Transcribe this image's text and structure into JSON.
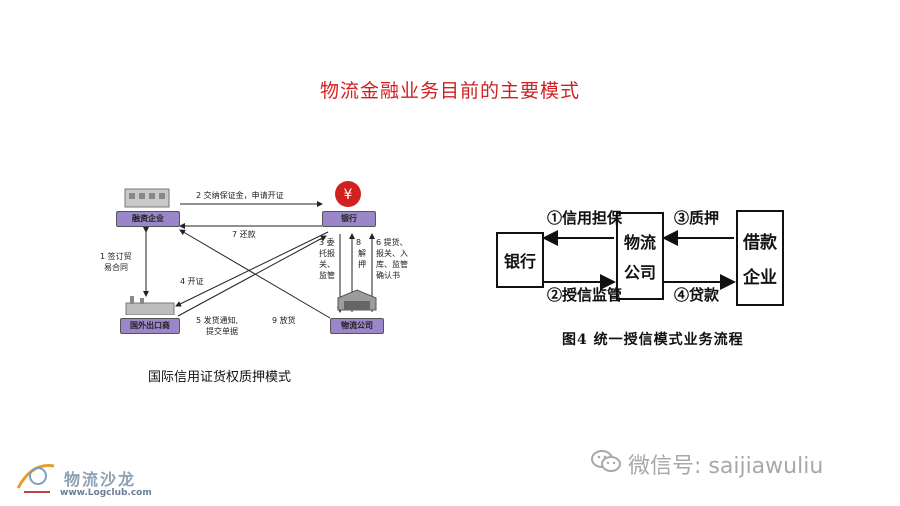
{
  "title": "物流金融业务目前的主要模式",
  "left_diagram": {
    "caption": "国际信用证货权质押模式",
    "nodes": {
      "finance": "融资企业",
      "bank": "银行",
      "exporter": "国外出口商",
      "logistics": "物流公司"
    },
    "edges": {
      "e2": "2 交纳保证金，申请开证",
      "e7": "7 还款",
      "e1a": "1 签订贸",
      "e1b": "易合同",
      "e4": "4 开证",
      "e5a": "5 发货通知,",
      "e5b": "提交单据",
      "e9": "9 放货",
      "e3": [
        "3 委",
        "托报",
        "关、",
        "监管"
      ],
      "e8": [
        "8",
        "解",
        "押"
      ],
      "e6": [
        "6 提货、",
        "报关、入",
        "库、监管",
        "确认书"
      ]
    }
  },
  "right_diagram": {
    "caption": "图4   统一授信模式业务流程",
    "bank": "银行",
    "logistics": [
      "物流",
      "公司"
    ],
    "borrower": [
      "借款",
      "企业"
    ],
    "label_credit_guarantee": "①信用担保",
    "label_credit_supervision": "②授信监管",
    "label_pledge": "③质押",
    "label_loan": "④贷款"
  },
  "watermark": "微信号: saijiawuliu",
  "logo": {
    "name": "物流沙龙",
    "url": "www.Logclub.com"
  },
  "colors": {
    "title": "#d21f1f",
    "node_fill": "#9a86c9",
    "watermark": "#a8a8a8"
  }
}
